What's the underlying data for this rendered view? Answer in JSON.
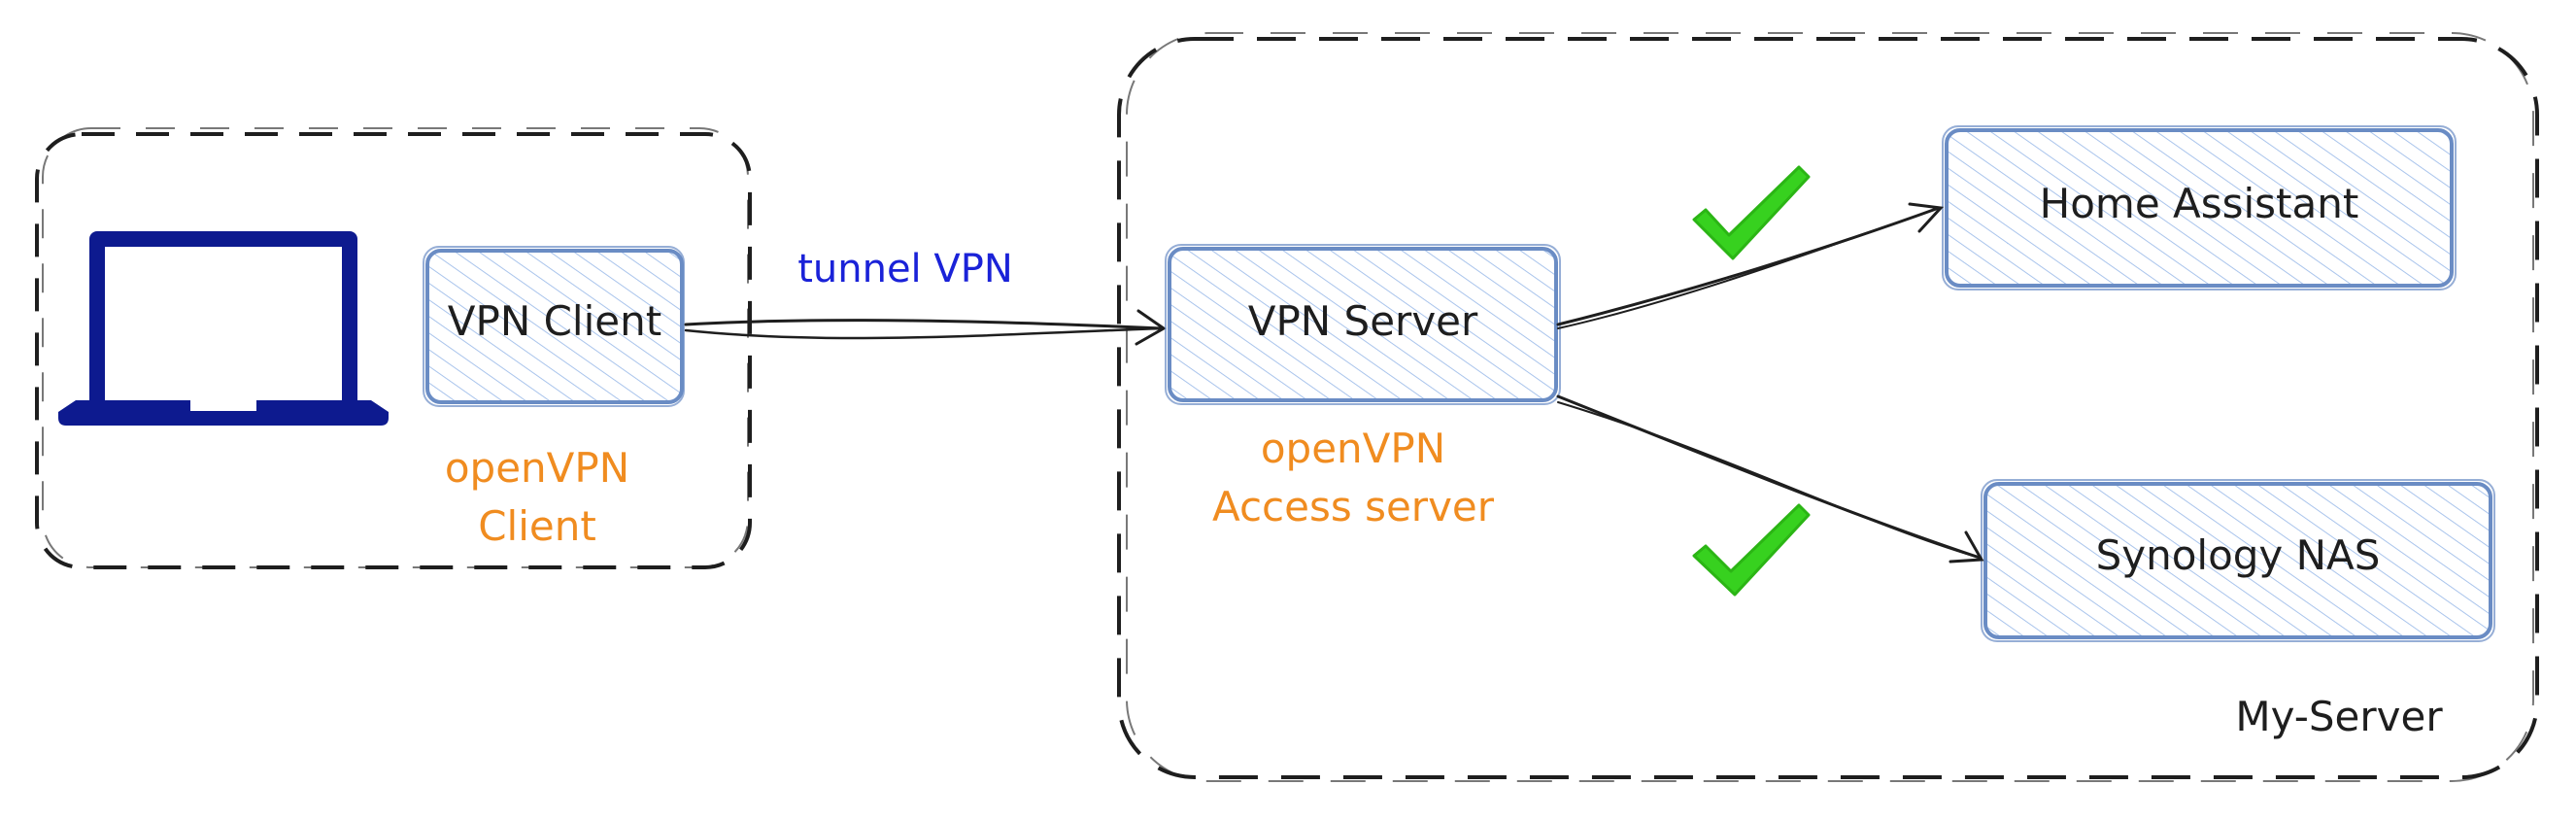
{
  "diagram": {
    "nodes": {
      "vpn_client": "VPN Client",
      "vpn_server": "VPN Server",
      "home_assistant": "Home Assistant",
      "synology_nas": "Synology NAS"
    },
    "annotations": {
      "client_line1": "openVPN",
      "client_line2": "Client",
      "server_line1": "openVPN",
      "server_line2": "Access server",
      "tunnel": "tunnel VPN"
    },
    "groups": {
      "server_group": "My-Server"
    },
    "icons": {
      "laptop": "laptop-icon",
      "check": "checkmark-icon"
    },
    "colors": {
      "node_stroke": "#6a8cc4",
      "node_hatch": "#a9c4ec",
      "laptop": "#0d1a8f",
      "orange_text": "#f08c20",
      "blue_text": "#1a22d8",
      "check": "#37d11f",
      "line": "#1e1e1e"
    }
  }
}
